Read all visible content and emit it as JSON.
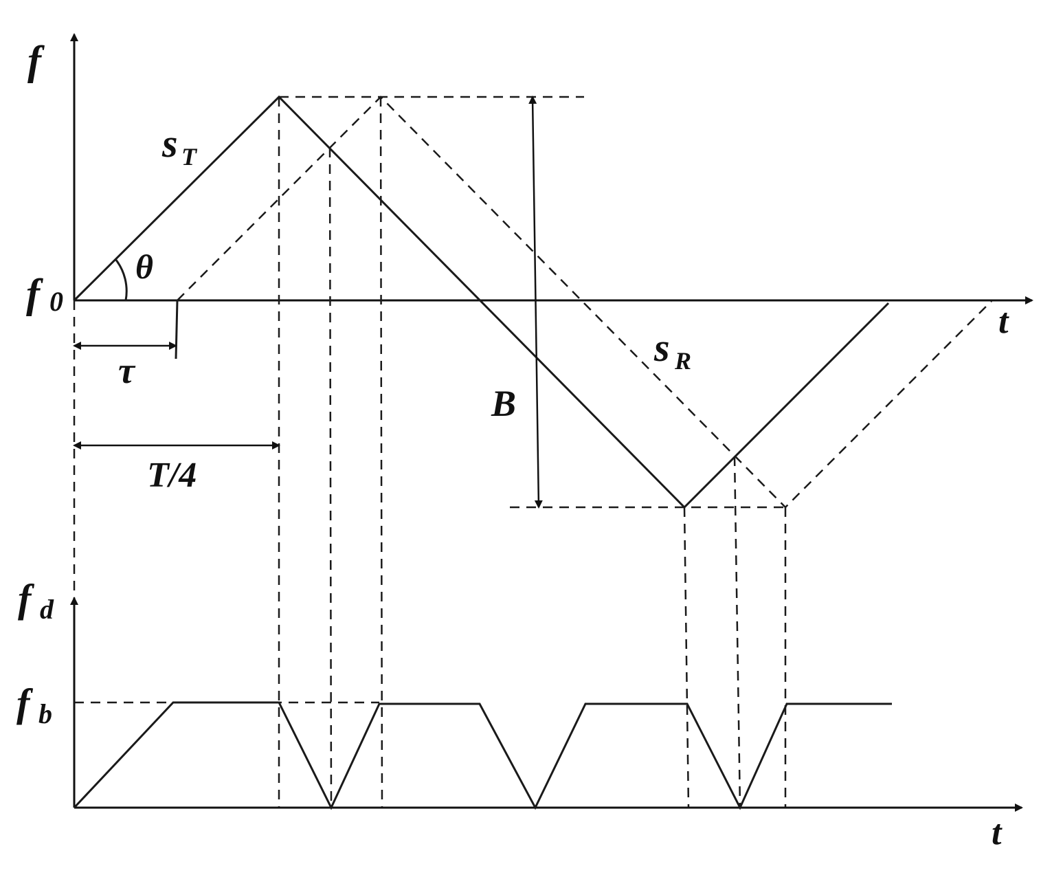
{
  "labels": {
    "f_axis": "f",
    "f0": "f",
    "f0_sub": "0",
    "t_upper": "t",
    "sT": "s",
    "sT_sub": "T",
    "sR": "s",
    "sR_sub": "R",
    "theta": "θ",
    "tau": "τ",
    "T4": "T/4",
    "B": "B",
    "fd": "f",
    "fd_sub": "d",
    "fb": "f",
    "fb_sub": "b",
    "t_lower": "t"
  }
}
